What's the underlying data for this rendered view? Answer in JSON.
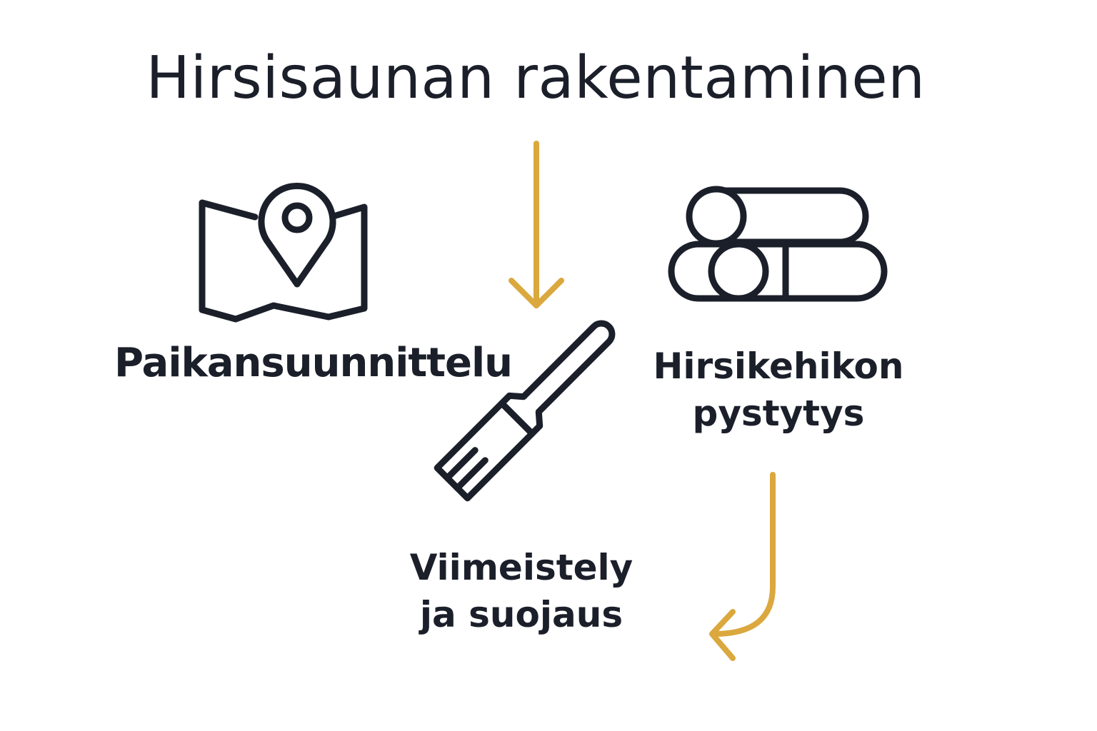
{
  "title": "Hirsisaunan rakentaminen",
  "steps": [
    {
      "label": "Paikansuunnittelu",
      "icon": "map-pin-icon"
    },
    {
      "label_lines": [
        "Hirsikehikon",
        "pystytys"
      ],
      "icon": "logs-icon"
    },
    {
      "label_lines": [
        "Viimeistely",
        "ja suojaus"
      ],
      "icon": "paintbrush-icon"
    }
  ],
  "colors": {
    "text": "#1b1f2a",
    "icon_stroke": "#1b1f2a",
    "arrow": "#dba83e",
    "background": "#ffffff"
  }
}
